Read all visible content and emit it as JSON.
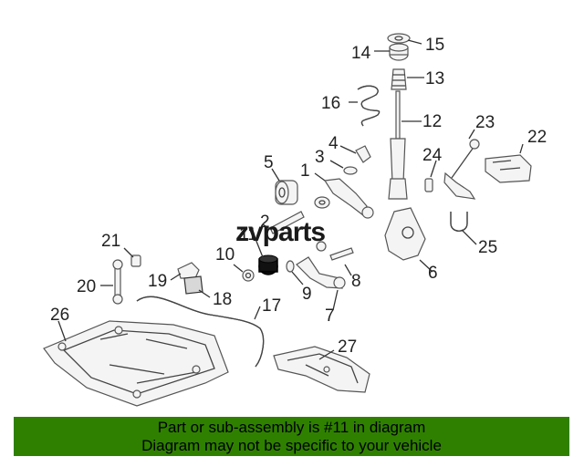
{
  "watermark": "zvparts",
  "footer": {
    "line1": "Part or sub-assembly is #11 in diagram",
    "line2": "Diagram may not be specific to your vehicle",
    "color": "#2f8000"
  },
  "highlighted_part": "11",
  "callouts": [
    "1",
    "2",
    "3",
    "4",
    "5",
    "6",
    "7",
    "8",
    "9",
    "10",
    "11",
    "12",
    "13",
    "14",
    "15",
    "16",
    "17",
    "18",
    "19",
    "20",
    "21",
    "22",
    "23",
    "24",
    "25",
    "26",
    "27"
  ]
}
